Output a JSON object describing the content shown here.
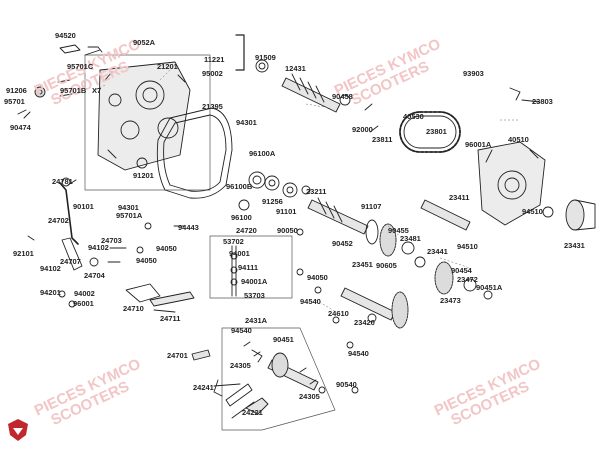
{
  "diagram": {
    "watermark": [
      "PIECES KYMCO",
      "SCOOTERS"
    ],
    "brand_color": "#c0282d",
    "callouts": [
      "94520",
      "9052A",
      "21201",
      "11221",
      "95002",
      "91509",
      "12431",
      "93903",
      "23803",
      "95701C",
      "91206",
      "95701",
      "90474",
      "95701B",
      "X7",
      "90458",
      "21395",
      "94301",
      "92000",
      "23811",
      "40530",
      "23801",
      "96001A",
      "40510",
      "96100A",
      "91201",
      "23211",
      "96100B",
      "91256",
      "91101",
      "24781",
      "90101",
      "94301",
      "95701A",
      "96100",
      "24720",
      "94443",
      "23411",
      "91107",
      "94510",
      "23431",
      "24702",
      "92101",
      "90455",
      "90452",
      "24703",
      "94102",
      "53702",
      "90050",
      "23481",
      "94510",
      "24707",
      "94102",
      "94050",
      "94001",
      "23451",
      "90605",
      "23441",
      "24704",
      "94050",
      "94111",
      "90454",
      "94201",
      "94002",
      "96001",
      "94001A",
      "94050",
      "23472",
      "90451A",
      "53703",
      "23473",
      "24710",
      "24711",
      "94540",
      "24610",
      "23420",
      "2431A",
      "94540",
      "90451",
      "24305",
      "94540",
      "24701",
      "90540",
      "24241",
      "24305",
      "24221"
    ]
  }
}
